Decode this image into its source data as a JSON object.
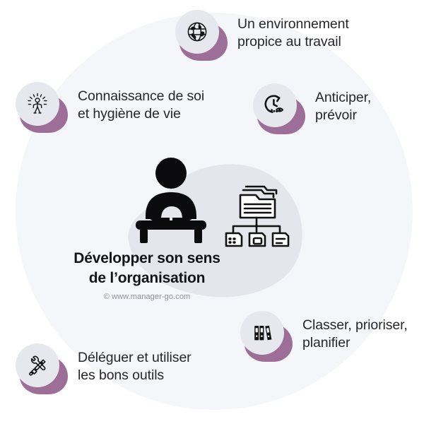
{
  "title": "Développer son sens de l'organisation",
  "credit": "© www.manager-go.com",
  "colors": {
    "background": "#ffffff",
    "backdrop_circle": "#f5f6f9",
    "centre_blob": "#e4e6eb",
    "badge_blob_purple": "#9c6e98",
    "badge_disc": "#e6e8ed",
    "label_text": "#27272b",
    "title_text": "#141418",
    "credit_text": "#8d8d96",
    "icon_stroke": "#111111"
  },
  "centre": {
    "title_line1": "Développer son sens",
    "title_line2": "de l’organisation",
    "title_full": "Développer son sens\nde l’organisation",
    "credit": "© www.manager-go.com",
    "person_icon": "person-at-desk-icon",
    "chart_icon": "folder-hierarchy-icon"
  },
  "nodes": [
    {
      "id": "environnement",
      "icon": "globe-icon",
      "label_line1": "Un environnement",
      "label_line2": "propice au travail",
      "label": "Un environnement\npropice au travail",
      "position": "top-center"
    },
    {
      "id": "connaissance",
      "icon": "person-wellbeing-icon",
      "label_line1": "Connaissance de soi",
      "label_line2": "et hygiène de vie",
      "label": "Connaissance de soi\net hygiène de vie",
      "position": "left-upper"
    },
    {
      "id": "anticiper",
      "icon": "clock-eye-icon",
      "label_line1": "Anticiper,",
      "label_line2": "prévoir",
      "label": "Anticiper,\nprévoir",
      "position": "right-upper"
    },
    {
      "id": "classer",
      "icon": "binders-icon",
      "label_line1": "Classer, prioriser,",
      "label_line2": "planifier",
      "label": "Classer, prioriser,\nplanifier",
      "position": "right-lower"
    },
    {
      "id": "deleguer",
      "icon": "wrench-screwdriver-icon",
      "label_line1": "Déléguer et utiliser",
      "label_line2": "les bons outils",
      "label": "Déléguer et utiliser\nles bons outils",
      "position": "left-lower"
    }
  ]
}
